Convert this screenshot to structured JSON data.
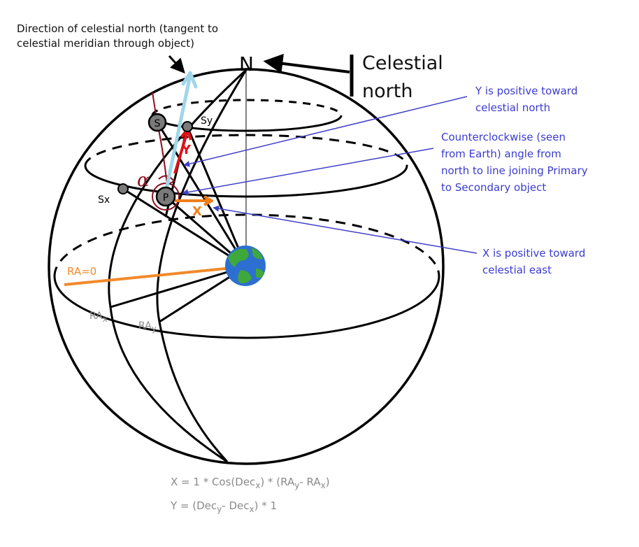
{
  "labels": {
    "direction_note": "Direction of celestial north (tangent to\ncelestial meridian through object)",
    "n_label": "N",
    "celestial_north": "Celestial\nnorth",
    "y_note": "Y is positive toward\ncelestial north",
    "angle_note": "Counterclockwise (seen\nfrom Earth) angle from\nnorth to line joining Primary\nto Secondary object",
    "x_note": "X is positive toward\ncelestial east",
    "s_label": "S",
    "sy_label": "Sy",
    "sx_label": "Sx",
    "p_label": "P",
    "alpha_label": "α",
    "y_arrow_label": "Y",
    "x_arrow_label": "X",
    "ra_zero": "RA=0",
    "ra_x_main": "RA",
    "ra_x_sub": "x",
    "ra_y_main": "RA",
    "ra_y_sub": "y"
  },
  "formulas": {
    "x_eq": {
      "a": "X =  1 *  Cos(Dec",
      "b": "x",
      "c": ") * (RA",
      "d": "y",
      "e": "- RA",
      "f": "x",
      "g": ")"
    },
    "y_eq": {
      "a": "Y = (Dec",
      "b": "y",
      "c": "- Dec",
      "d": "x",
      "e": ") *  1"
    }
  },
  "colors": {
    "line": "#000000",
    "annotation_blue": "#3b3bd0",
    "pointer_blue": "#3f3fc8",
    "north_arrow": "#9fd6ea",
    "y_arrow": "#e0101a",
    "x_arrow": "#f07f1a",
    "ra_line": "#f08a2a",
    "alpha_circle": "#8b0f1d",
    "point_fill": "#7a7a7a",
    "formula_gray": "#8a8a8a",
    "earth_ocean": "#2d6fd0",
    "earth_land": "#3fa83a"
  }
}
